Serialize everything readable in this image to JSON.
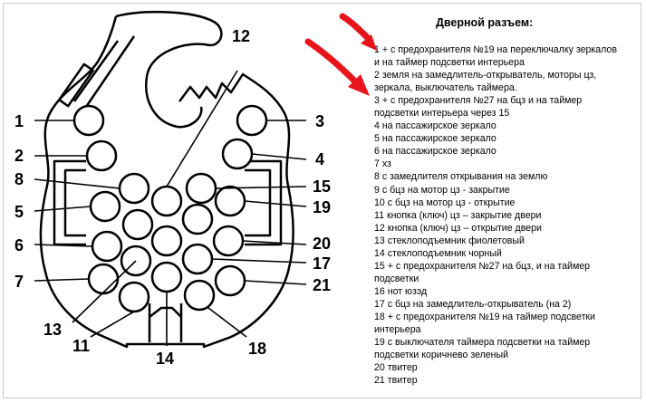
{
  "legend": {
    "title": "Дверной разъем:",
    "lines": [
      "1  + с предохранителя №19 на переключалку зеркалов",
      "и на таймер подсветки интерьера",
      "2  земля на замедлитель-открыватель, моторы цз,",
      "зеркала, выключатель таймера.",
      "3  + с предохранителя №27 на бцз и на таймер",
      "подсветки интерьера через 15",
      "4  на пассажирское зеркало",
      "5  на пассажирское зеркало",
      "6  на пассажирское зеркало",
      "7  хз",
      "8  с замедлителя открывания на землю",
      "9  с бцз на мотор цз - закрытие",
      "10  с бцз на мотор цз - открытие",
      "11  кнопка (ключ) цз – закрытие двери",
      "12  кнопка (ключ) цз – открытие двери",
      "13  стеклоподъемник фиолетовый",
      "14  стеклоподъемник чорный",
      "15  + с предохранителя №27 на бцз, и на таймер",
      "подсветки",
      "16  нот юзэд",
      "17  с бцз на замедлитель-открыватель (на 2)",
      "18  + с предохранителя №19 на таймер подсветки",
      "интерьера",
      "19  с выключателя таймера подсветки на таймер",
      "подсветки  коричнево зеленый",
      "20  твитер",
      "21  твитер"
    ]
  },
  "pin_labels": {
    "p1": "1",
    "p2": "2",
    "p3": "3",
    "p4": "4",
    "p5": "5",
    "p6": "6",
    "p7": "7",
    "p8": "8",
    "p11": "11",
    "p12": "12",
    "p13": "13",
    "p14": "14",
    "p15": "15",
    "p17": "17",
    "p18": "18",
    "p19": "19",
    "p20": "20",
    "p21": "21"
  },
  "colors": {
    "arrow": "#e8141b",
    "line": "#000000"
  },
  "icons": [
    "red-arrow-icon"
  ]
}
